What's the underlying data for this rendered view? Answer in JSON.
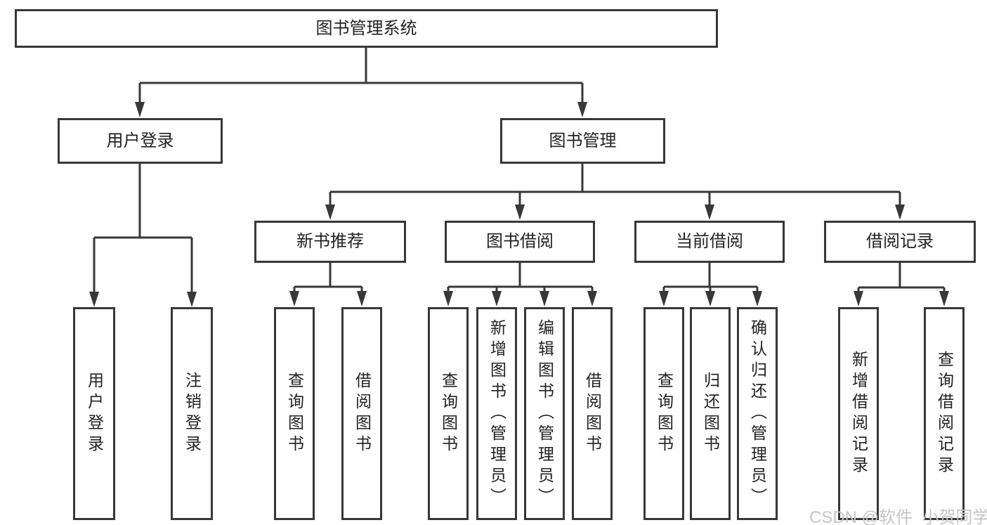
{
  "diagram": {
    "root": {
      "label": "图书管理系统"
    },
    "user_login": {
      "label": "用户登录",
      "children": [
        "用户登录",
        "注销登录"
      ]
    },
    "book_mgmt": {
      "label": "图书管理",
      "groups": [
        {
          "label": "新书推荐",
          "children": [
            "查询图书",
            "借阅图书"
          ]
        },
        {
          "label": "图书借阅",
          "children": [
            "查询图书",
            "新增图书（管理员）",
            "编辑图书（管理员）",
            "借阅图书"
          ]
        },
        {
          "label": "当前借阅",
          "children": [
            "查询图书",
            "归还图书",
            "确认归还（管理员）"
          ]
        },
        {
          "label": "借阅记录",
          "children": [
            "新增借阅记录",
            "查询借阅记录"
          ]
        }
      ]
    }
  },
  "watermark": {
    "text": "CSDN @软件_小贺同学"
  },
  "colors": {
    "line": "#383838",
    "text": "#222222",
    "watermark": "#c6c6c6"
  }
}
